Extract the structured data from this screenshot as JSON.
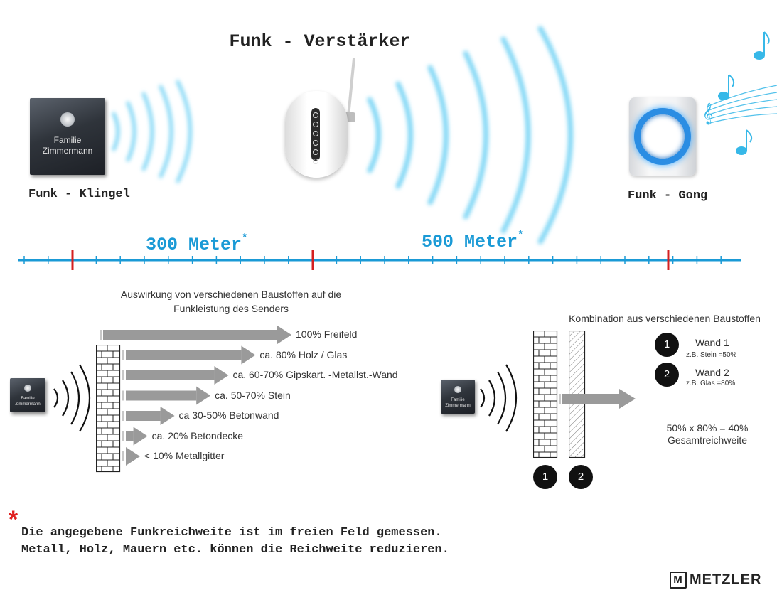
{
  "title": "Funk - Verstärker",
  "devices": {
    "doorbell_label": "Funk - Klingel",
    "gong_label": "Funk - Gong",
    "nameplate_line1": "Familie",
    "nameplate_line2": "Zimmermann"
  },
  "distances": {
    "first": "300 Meter",
    "second": "500 Meter",
    "asterisk": "*"
  },
  "materials": {
    "title_line1": "Auswirkung von verschiedenen Baustoffen auf die",
    "title_line2": "Funkleistung des Senders",
    "rows": [
      {
        "label": "100% Freifeld",
        "percent": 100
      },
      {
        "label": "ca. 80% Holz / Glas",
        "percent": 80
      },
      {
        "label": "ca. 60-70% Gipskart. -Metallst.-Wand",
        "percent": 65
      },
      {
        "label": "ca. 50-70% Stein",
        "percent": 55
      },
      {
        "label": "ca 30-50% Betonwand",
        "percent": 35
      },
      {
        "label": "ca. 20% Betondecke",
        "percent": 20
      },
      {
        "label": "< 10% Metallgitter",
        "percent": 5
      }
    ]
  },
  "combination": {
    "title": "Kombination aus verschiedenen Baustoffen",
    "wall1_num": "1",
    "wall1_label": "Wand 1",
    "wall1_example": "z.B. Stein =50%",
    "wall2_num": "2",
    "wall2_label": "Wand 2",
    "wall2_example": "z.B. Glas =80%",
    "calc_line1": "50% x 80% = 40%",
    "calc_line2": "Gesamtreichweite"
  },
  "footnote": {
    "mark": "*",
    "line1": "Die angegebene Funkreichweite ist im freien Feld gemessen.",
    "line2": "Metall, Holz, Mauern etc. können die Reichweite reduzieren."
  },
  "brand": {
    "logo_letter": "M",
    "name": "METZLER"
  },
  "colors": {
    "accent_blue": "#1a9ad6",
    "marker_red": "#d42020",
    "arrow_gray": "#9a9a9a"
  }
}
